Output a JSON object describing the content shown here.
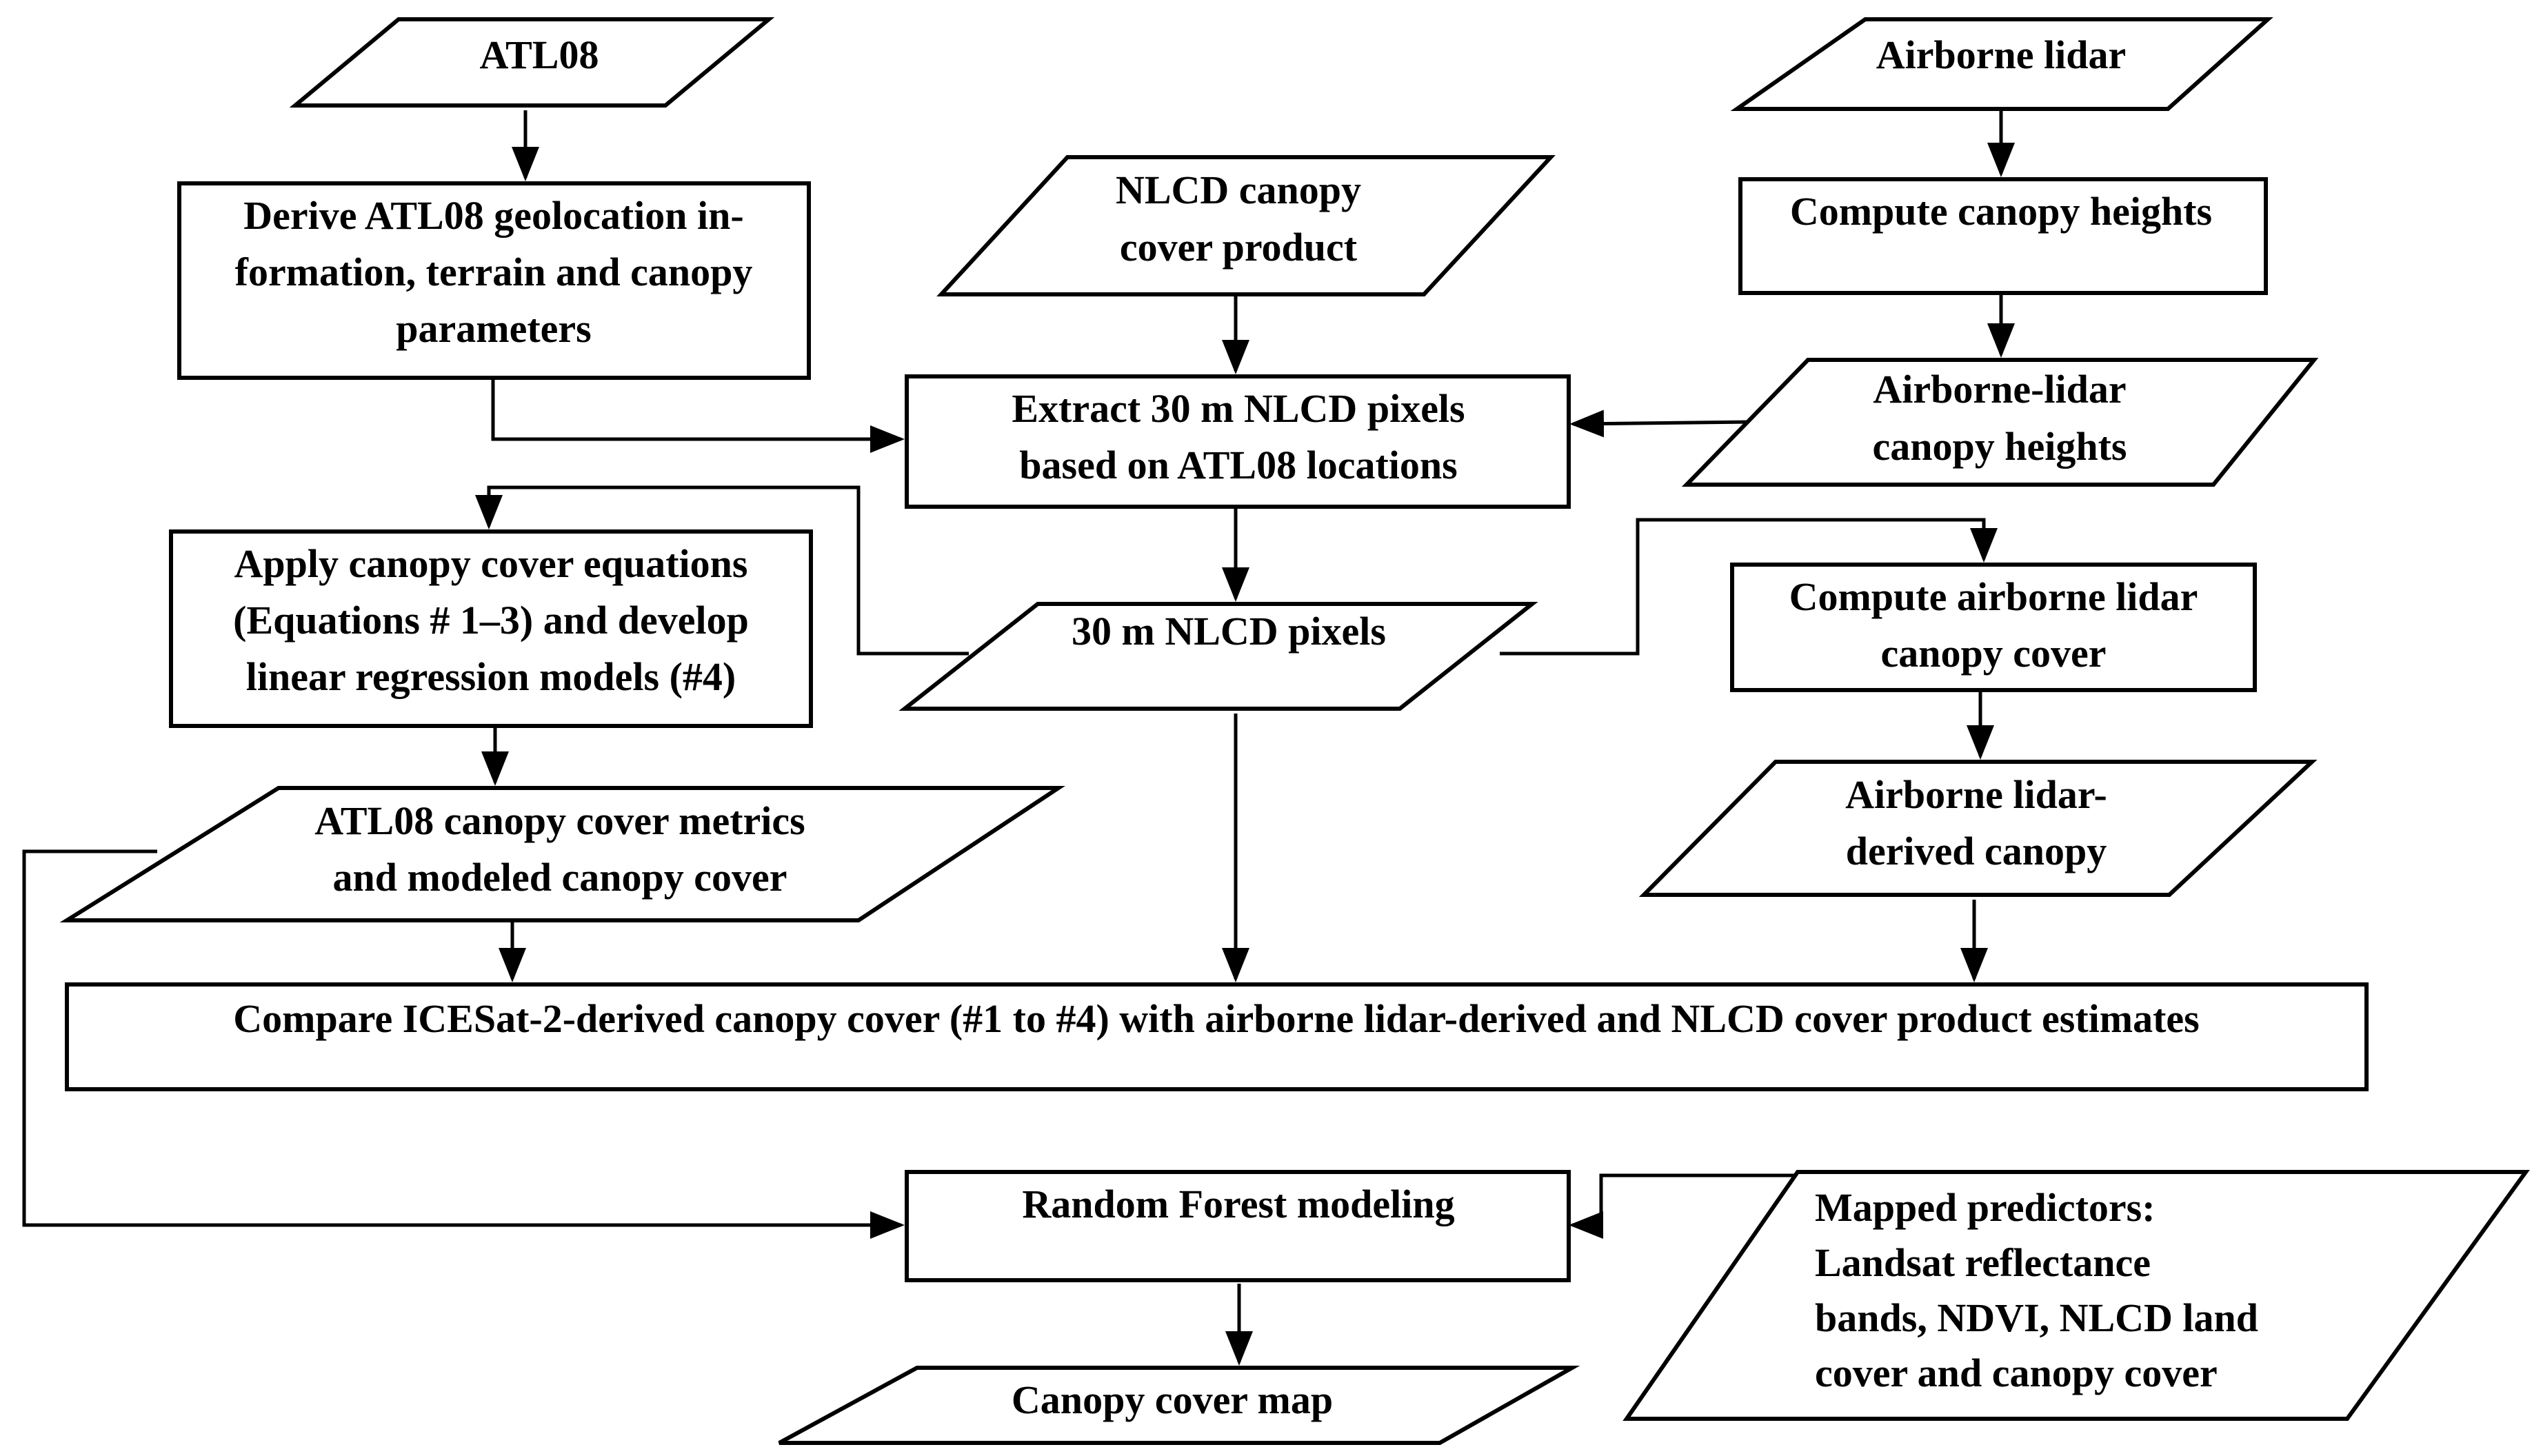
{
  "diagram": {
    "nodes": {
      "atl08": {
        "kind": "data",
        "lines": [
          "ATL08"
        ]
      },
      "derive_atl08": {
        "kind": "process",
        "lines": [
          "Derive ATL08 geolocation in-",
          "formation, terrain and canopy",
          "parameters"
        ]
      },
      "nlcd_product": {
        "kind": "data",
        "lines": [
          "NLCD canopy",
          "cover product"
        ]
      },
      "airborne_lidar": {
        "kind": "data",
        "lines": [
          "Airborne lidar"
        ]
      },
      "compute_heights": {
        "kind": "process",
        "lines": [
          "Compute canopy heights"
        ]
      },
      "extract_nlcd": {
        "kind": "process",
        "lines": [
          "Extract 30 m NLCD pixels",
          "based on ATL08 locations"
        ]
      },
      "lidar_heights": {
        "kind": "data",
        "lines": [
          "Airborne-lidar",
          "canopy heights"
        ]
      },
      "apply_equations": {
        "kind": "process",
        "lines": [
          "Apply canopy cover equations",
          "(Equations # 1–3) and develop",
          "linear regression models (#4)"
        ]
      },
      "nlcd_pixels": {
        "kind": "data",
        "lines": [
          "30 m NLCD pixels"
        ]
      },
      "compute_lidar_cover": {
        "kind": "process",
        "lines": [
          "Compute airborne lidar",
          "canopy cover"
        ]
      },
      "atl08_metrics": {
        "kind": "data",
        "lines": [
          "ATL08 canopy cover metrics",
          "and modeled canopy cover"
        ]
      },
      "lidar_derived": {
        "kind": "data",
        "lines": [
          "Airborne lidar-",
          "derived canopy"
        ]
      },
      "compare": {
        "kind": "process",
        "lines": [
          "Compare ICESat-2-derived canopy cover (#1 to #4) with airborne lidar-derived and NLCD cover product estimates"
        ]
      },
      "random_forest": {
        "kind": "process",
        "lines": [
          "Random Forest modeling"
        ]
      },
      "mapped_predictors": {
        "kind": "data",
        "lines": [
          "Mapped predictors:",
          "Landsat reflectance",
          "bands, NDVI, NLCD land",
          "cover and canopy cover"
        ]
      },
      "canopy_map": {
        "kind": "data",
        "lines": [
          "Canopy cover map"
        ]
      }
    },
    "edges": [
      [
        "atl08",
        "derive_atl08"
      ],
      [
        "airborne_lidar",
        "compute_heights"
      ],
      [
        "compute_heights",
        "lidar_heights"
      ],
      [
        "nlcd_product",
        "extract_nlcd"
      ],
      [
        "derive_atl08",
        "extract_nlcd"
      ],
      [
        "lidar_heights",
        "extract_nlcd"
      ],
      [
        "extract_nlcd",
        "nlcd_pixels"
      ],
      [
        "nlcd_pixels",
        "apply_equations"
      ],
      [
        "nlcd_pixels",
        "compute_lidar_cover"
      ],
      [
        "apply_equations",
        "atl08_metrics"
      ],
      [
        "compute_lidar_cover",
        "lidar_derived"
      ],
      [
        "atl08_metrics",
        "compare"
      ],
      [
        "nlcd_pixels",
        "compare"
      ],
      [
        "lidar_derived",
        "compare"
      ],
      [
        "atl08_metrics",
        "random_forest"
      ],
      [
        "mapped_predictors",
        "random_forest"
      ],
      [
        "random_forest",
        "canopy_map"
      ]
    ]
  }
}
